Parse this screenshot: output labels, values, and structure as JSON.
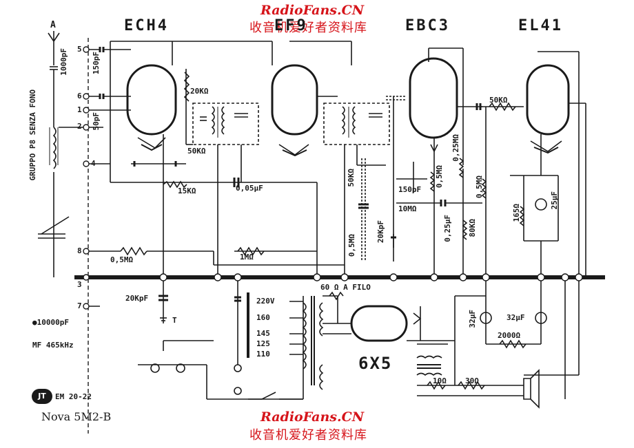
{
  "watermark": {
    "site": "RadioFans.CN",
    "cn": "收音机爱好者资料库"
  },
  "tubes": [
    "ECH4",
    "EF9",
    "EBC3",
    "EL41",
    "6X5"
  ],
  "caption": "Nova 5M2-B",
  "logo_code": "EM 20-22",
  "antenna_label": "A",
  "group_label": "GRUPPO P8 SENZA FONO",
  "terminals": [
    "5",
    "6",
    "1",
    "2",
    "4",
    "8",
    "3",
    "7"
  ],
  "ground_label": "T",
  "notes": [
    "●10000pF",
    "MF 465kHz"
  ],
  "line_label": "60 Ω A FILO",
  "mains_taps": [
    "220V",
    "160",
    "145",
    "125",
    "110"
  ],
  "components": {
    "c_ant": "1000pF",
    "c_150": "150pF",
    "c_50": "50pF",
    "r_20k": "20KΩ",
    "r_50k_a": "50KΩ",
    "r_15k": "15KΩ",
    "c_005": "0,05μF",
    "r_05m_a": "0,5MΩ",
    "r_1m": "1MΩ",
    "c_20k": "20KpF",
    "r_50k_b": "50KΩ",
    "c_20pf": "20KpF",
    "r_05m_b": "0,5MΩ",
    "c_150pf": "150pF",
    "r_10m": "10MΩ",
    "r_05m_c": "0,5MΩ",
    "r_025m_a": "0,25MΩ",
    "c_025": "0,25μF",
    "r_80k": "80KΩ",
    "r_50k_c": "50KΩ",
    "r_05m_d": "0,5MΩ",
    "r_165": "165Ω",
    "c_25": "25μF",
    "c_32a": "32μF",
    "c_32b": "32μF",
    "r_2000": "2000Ω",
    "r_10": "10Ω",
    "r_30": "30Ω"
  },
  "colors": {
    "ink": "#1a1a1a",
    "watermark": "#d6141a",
    "paper": "#ffffff"
  }
}
